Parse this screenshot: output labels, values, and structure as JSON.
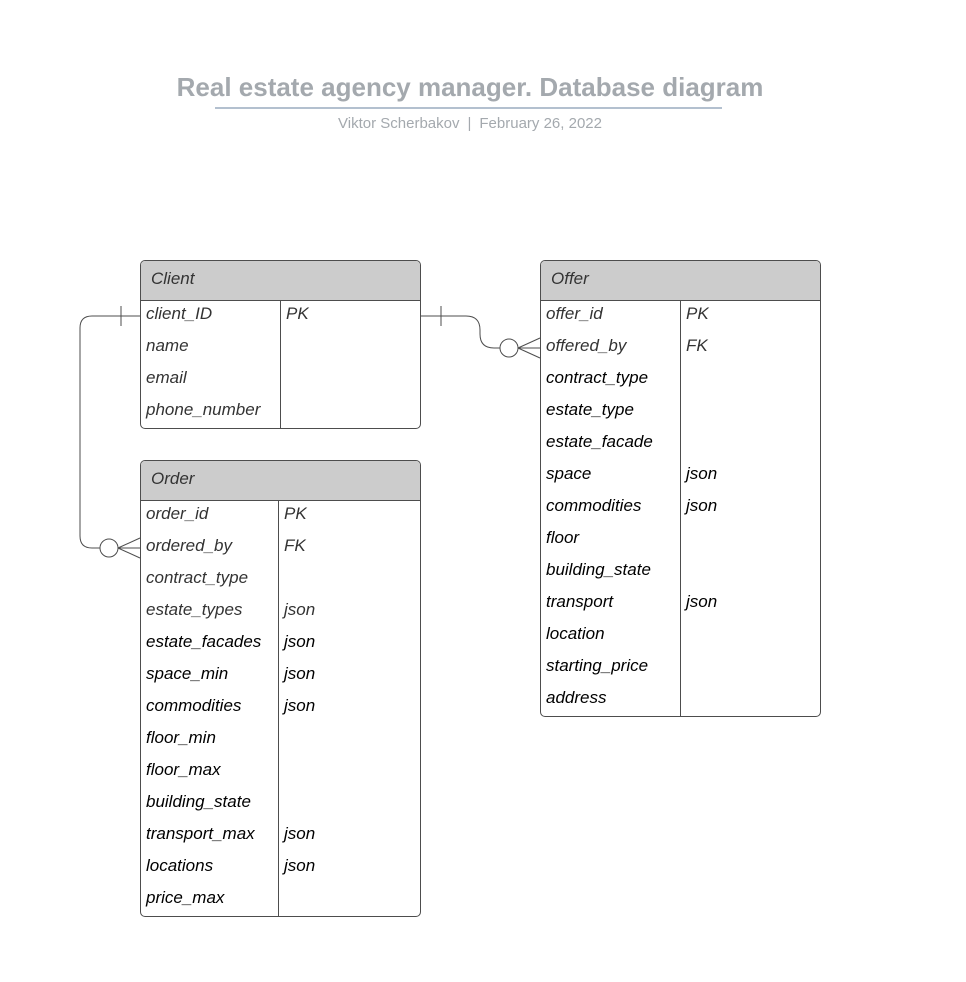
{
  "header": {
    "title": "Real estate agency manager. Database diagram",
    "author": "Viktor Scherbakov",
    "separator": "|",
    "date": "February 26, 2022"
  },
  "entities": {
    "client": {
      "name": "Client",
      "fields": [
        {
          "name": "client_ID",
          "key": "PK"
        },
        {
          "name": "name",
          "key": ""
        },
        {
          "name": "email",
          "key": ""
        },
        {
          "name": "phone_number",
          "key": ""
        }
      ]
    },
    "order": {
      "name": "Order",
      "fields": [
        {
          "name": "order_id",
          "key": "PK"
        },
        {
          "name": "ordered_by",
          "key": "FK"
        },
        {
          "name": "contract_type",
          "key": ""
        },
        {
          "name": "estate_types",
          "key": "json"
        },
        {
          "name": "estate_facades",
          "key": "json"
        },
        {
          "name": "space_min",
          "key": "json"
        },
        {
          "name": "commodities",
          "key": "json"
        },
        {
          "name": "floor_min",
          "key": ""
        },
        {
          "name": "floor_max",
          "key": ""
        },
        {
          "name": "building_state",
          "key": ""
        },
        {
          "name": "transport_max",
          "key": "json"
        },
        {
          "name": "locations",
          "key": "json"
        },
        {
          "name": "price_max",
          "key": ""
        }
      ]
    },
    "offer": {
      "name": "Offer",
      "fields": [
        {
          "name": "offer_id",
          "key": "PK"
        },
        {
          "name": "offered_by",
          "key": "FK"
        },
        {
          "name": "contract_type",
          "key": ""
        },
        {
          "name": "estate_type",
          "key": ""
        },
        {
          "name": "estate_facade",
          "key": ""
        },
        {
          "name": "space",
          "key": "json"
        },
        {
          "name": "commodities",
          "key": "json"
        },
        {
          "name": "floor",
          "key": ""
        },
        {
          "name": "building_state",
          "key": ""
        },
        {
          "name": "transport",
          "key": "json"
        },
        {
          "name": "location",
          "key": ""
        },
        {
          "name": "starting_price",
          "key": ""
        },
        {
          "name": "address",
          "key": ""
        }
      ]
    }
  },
  "relationships": [
    {
      "from": "Client.client_ID",
      "to": "Order.ordered_by",
      "from_cardinality": "one",
      "to_cardinality": "zero-or-many"
    },
    {
      "from": "Client.client_ID",
      "to": "Offer.offered_by",
      "from_cardinality": "one",
      "to_cardinality": "zero-or-many"
    }
  ]
}
